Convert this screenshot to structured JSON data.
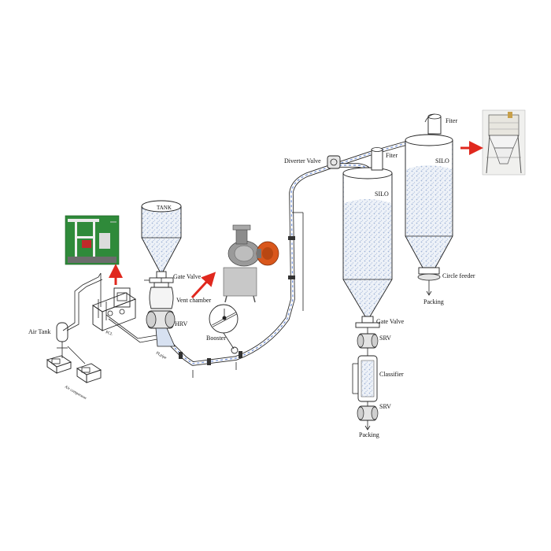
{
  "labels": {
    "tank": "TANK",
    "gate_valve_top": "Gate Valve",
    "vent_chamber": "Vent chamber",
    "hrv": "HRV",
    "booster": "Booster",
    "air_tank": "Air Tank",
    "air_compressor": "Air compressor",
    "pcl": "PCL",
    "pipe": "PLpipe",
    "diverter_valve": "Diverter Valve",
    "fiter_left": "Fiter",
    "fiter_right": "Fiter",
    "silo_left": "SILO",
    "silo_right": "SILO",
    "circle_feeder": "Circle feeder",
    "packing_right": "Packing",
    "gate_valve_bottom": "Gate Valve",
    "srv_top": "SRV",
    "classifier": "Classifier",
    "srv_bottom": "SRV",
    "packing_bottom": "Packing"
  },
  "colors": {
    "flow": "#6f8fd8",
    "arrow": "#e0281e",
    "powder": "#c9d6ea",
    "blower": "#d9571c",
    "photo_green": "#2f8a3a"
  },
  "icons": {
    "photo_skid": "control-skid-photo",
    "photo_blower": "blower-photo",
    "photo_filter": "dust-collector-photo"
  }
}
